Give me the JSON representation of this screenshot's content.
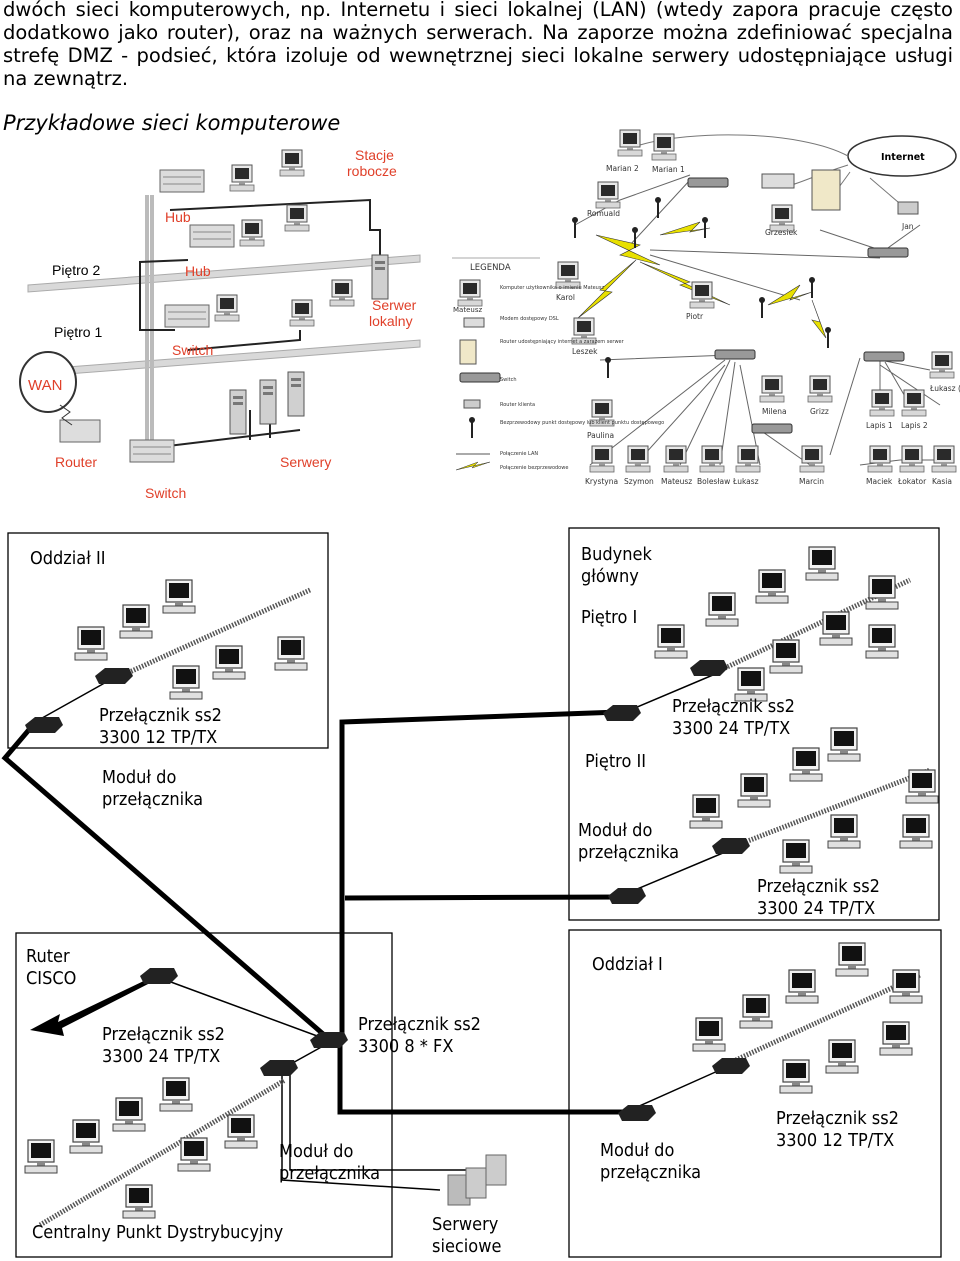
{
  "paragraph": "dwóch sieci komputerowych, np. Internetu i sieci lokalnej (LAN) (wtedy zapora pracuje często dodatkowo jako router), oraz na ważnych serwerach. Na zaporze można zdefiniować specjalna strefę DMZ - podsieć, która izoluje od wewnętrznej sieci lokalne serwery udostępniające usługi na zewnątrz.",
  "heading": "Przykładowe sieci komputerowe",
  "figure1": {
    "stacje": [
      "Stacje",
      "robocze"
    ],
    "hub": "Hub",
    "pietro2": "Piętro 2",
    "pietro1": "Piętro 1",
    "serwer_lokalny": [
      "Serwer",
      "lokalny"
    ],
    "switch": "Switch",
    "wan": "WAN",
    "router": "Router",
    "serwery": "Serwery"
  },
  "figure2": {
    "internet": "Internet",
    "legenda": "LEGENDA",
    "legend_items": [
      "Komputer użytkownika o imieniu Mateusz",
      "Modem dostępowy DSL",
      "Router udostępniający internet a zarazem serwer",
      "Switch",
      "Router klienta",
      "Bezprzewodowy punkt dostępowy lub klient punktu dostępowego",
      "Połączenie LAN",
      "Połączenie bezprzewodowe"
    ],
    "legend_mateusz": "Mateusz",
    "names": {
      "marian2": "Marian 2",
      "marian1": "Marian 1",
      "romuald": "Romuald",
      "grzesiek": "Grzesiek",
      "jan": "Jan",
      "karol": "Karol",
      "piotr": "Piotr",
      "leszek": "Leszek",
      "lukasz_admin": "Łukasz (Admin)",
      "milena": "Milena",
      "grizz": "Grizz",
      "lapis1": "Lapis 1",
      "lapis2": "Lapis 2",
      "paulina": "Paulina",
      "krystyna": "Krystyna",
      "szymon": "Szymon",
      "mateusz": "Mateusz",
      "boleslaw": "Bolesław",
      "lukasz": "Łukasz",
      "marcin": "Marcin",
      "maciek": "Maciek",
      "lokator": "Łokator",
      "kasia": "Kasia"
    }
  },
  "figure3": {
    "oddzial2": "Oddział II",
    "budynek": [
      "Budynek",
      "główny"
    ],
    "pietro1": "Piętro I",
    "pietro2": "Piętro II",
    "oddzial1": "Oddział I",
    "ruter": [
      "Ruter",
      "CISCO"
    ],
    "sw12": [
      "Przełącznik ss2",
      "3300 12 TP/TX"
    ],
    "sw24": [
      "Przełącznik ss2",
      "3300 24 TP/TX"
    ],
    "sw8fx": [
      "Przełącznik ss2",
      "3300  8 * FX"
    ],
    "modul": [
      "Moduł do",
      "przełącznika"
    ],
    "cpd": "Centralny Punkt Dystrybucyjny",
    "serwery": [
      "Serwery",
      "sieciowe"
    ]
  }
}
